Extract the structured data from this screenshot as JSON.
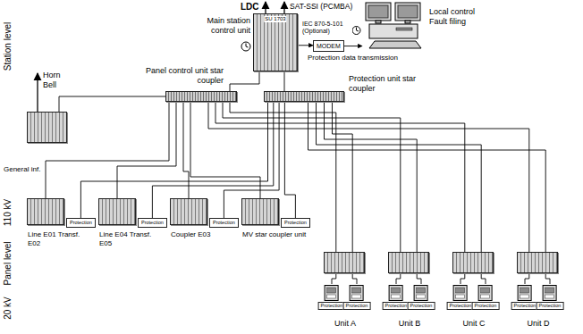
{
  "diagram": {
    "nodes": [
      {
        "text": [
          "Main station control unit",
          "SU 1703"
        ]
      },
      {
        "text": [
          "MODEM"
        ]
      },
      {
        "text": [
          "Local control Fault filing"
        ]
      },
      {
        "text": [
          "Panel control unit star coupler"
        ]
      },
      {
        "text": [
          "Protection unit star coupler"
        ]
      },
      {
        "text": [
          "Horn Bell"
        ]
      },
      {
        "text": [
          "Line E01 Transf. E02"
        ]
      },
      {
        "text": [
          "Protection"
        ]
      },
      {
        "text": [
          "Line E04 Transf. E05"
        ]
      },
      {
        "text": [
          "Protection"
        ]
      },
      {
        "text": [
          "Coupler E03"
        ]
      },
      {
        "text": [
          "Protection"
        ]
      },
      {
        "text": [
          "MV star coupler unit"
        ]
      },
      {
        "text": [
          "Protection"
        ]
      },
      {
        "text": [
          "Unit A"
        ]
      },
      {
        "text": [
          "Protection"
        ]
      },
      {
        "text": [
          "Protection"
        ]
      },
      {
        "text": [
          "Unit B"
        ]
      },
      {
        "text": [
          "Protection"
        ]
      },
      {
        "text": [
          "Protection"
        ]
      },
      {
        "text": [
          "Unit C"
        ]
      },
      {
        "text": [
          "Protection"
        ]
      },
      {
        "text": [
          "Protection"
        ]
      },
      {
        "text": [
          "Unit D"
        ]
      },
      {
        "text": [
          "Protection"
        ]
      },
      {
        "text": [
          "Protection"
        ]
      }
    ],
    "edges": [
      {
        "from": 0,
        "to": 1,
        "arrow": "to"
      },
      {
        "from": 1,
        "to": 2,
        "arrow": "to"
      },
      {
        "from": 0,
        "to": 3,
        "arrow": "none"
      },
      {
        "from": 0,
        "to": 4,
        "arrow": "none"
      },
      {
        "from": 5,
        "to": 3,
        "arrow": "none"
      },
      {
        "from": 3,
        "to": 6,
        "arrow": "none"
      },
      {
        "from": 3,
        "to": 8,
        "arrow": "none"
      },
      {
        "from": 3,
        "to": 10,
        "arrow": "none"
      },
      {
        "from": 3,
        "to": 12,
        "arrow": "none"
      },
      {
        "from": 3,
        "to": 14,
        "arrow": "none"
      },
      {
        "from": 3,
        "to": 17,
        "arrow": "none"
      },
      {
        "from": 3,
        "to": 20,
        "arrow": "none"
      },
      {
        "from": 3,
        "to": 23,
        "arrow": "none"
      },
      {
        "from": 4,
        "to": 7,
        "arrow": "none"
      },
      {
        "from": 4,
        "to": 9,
        "arrow": "none"
      },
      {
        "from": 4,
        "to": 11,
        "arrow": "none"
      },
      {
        "from": 4,
        "to": 13,
        "arrow": "none"
      },
      {
        "from": 4,
        "to": 14,
        "arrow": "none"
      },
      {
        "from": 4,
        "to": 17,
        "arrow": "none"
      },
      {
        "from": 4,
        "to": 20,
        "arrow": "none"
      },
      {
        "from": 4,
        "to": 23,
        "arrow": "none"
      },
      {
        "from": 14,
        "to": 15,
        "arrow": "none"
      },
      {
        "from": 14,
        "to": 16,
        "arrow": "none"
      },
      {
        "from": 17,
        "to": 18,
        "arrow": "none"
      },
      {
        "from": 17,
        "to": 19,
        "arrow": "none"
      },
      {
        "from": 20,
        "to": 21,
        "arrow": "none"
      },
      {
        "from": 20,
        "to": 22,
        "arrow": "none"
      },
      {
        "from": 23,
        "to": 24,
        "arrow": "none"
      },
      {
        "from": 23,
        "to": 25,
        "arrow": "none"
      }
    ],
    "labels": [
      "Station level",
      "Panel level",
      "110 kV",
      "20 kV",
      "LDC",
      "SAT-SSI (PCMBA)",
      "IEC 870-5-101 (Optional)",
      "Protection data transmission",
      "General inf."
    ]
  }
}
